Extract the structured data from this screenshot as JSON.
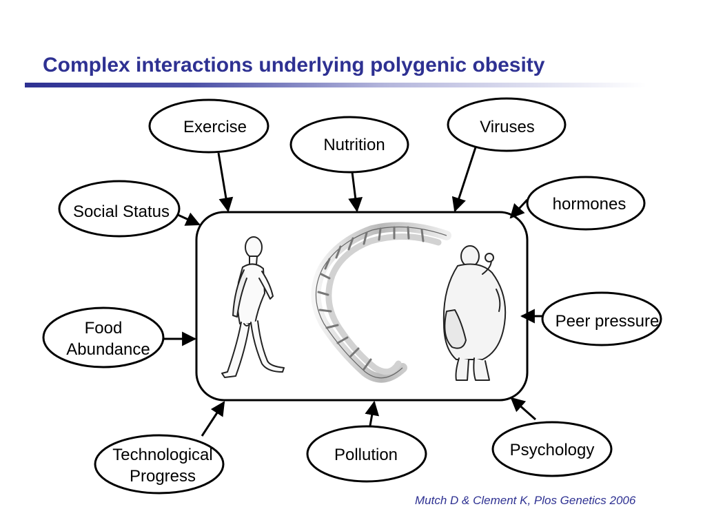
{
  "slide": {
    "title": "Complex interactions underlying polygenic obesity",
    "citation": "Mutch D & Clement K, Plos Genetics 2006"
  },
  "factors": [
    {
      "id": "exercise",
      "lines": [
        "Exercise"
      ]
    },
    {
      "id": "nutrition",
      "lines": [
        "Nutrition"
      ]
    },
    {
      "id": "viruses",
      "lines": [
        "Viruses"
      ]
    },
    {
      "id": "social-status",
      "lines": [
        "Social Status"
      ]
    },
    {
      "id": "hormones",
      "lines": [
        "hormones"
      ]
    },
    {
      "id": "food-abundance",
      "lines": [
        "Food",
        "Abundance"
      ]
    },
    {
      "id": "peer-pressure",
      "lines": [
        "Peer pressure"
      ]
    },
    {
      "id": "technological-progress",
      "lines": [
        "Technological",
        "Progress"
      ]
    },
    {
      "id": "pollution",
      "lines": [
        "Pollution"
      ]
    },
    {
      "id": "psychology",
      "lines": [
        "Psychology"
      ]
    }
  ],
  "center": {
    "images": [
      "lean-man-illustration",
      "dna-helix-illustration",
      "obese-man-illustration"
    ]
  },
  "colors": {
    "title": "#2e3192",
    "citation": "#2e3192",
    "stroke": "#000000"
  }
}
